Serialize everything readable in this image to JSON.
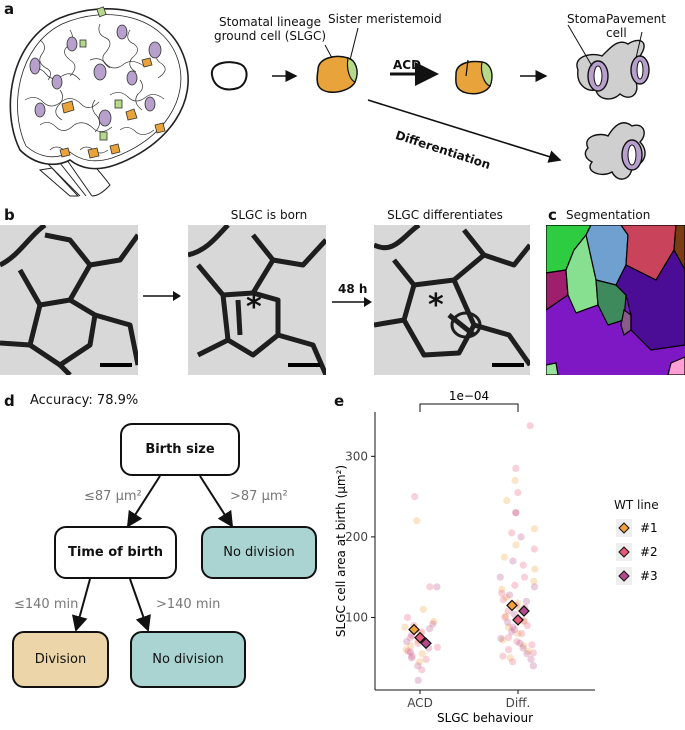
{
  "panel_a": {
    "label": "a",
    "slgc_label": "Stomatal lineage\nground cell (SLGC)",
    "sister_label": "Sister meristemoid",
    "acd_label": "ACD",
    "differentiation_label": "Differentiation",
    "stoma_label": "Stoma",
    "pavement_label": "Pavement cell",
    "colors": {
      "slgc": "#e8a33a",
      "meristemoid": "#b6d88b",
      "stoma": "#b7a0cc",
      "pavement": "#cfcfcf"
    }
  },
  "panel_b": {
    "label": "b",
    "title_born": "SLGC is born",
    "title_diff": "SLGC differentiates",
    "time_label": "48 h",
    "marker": "*"
  },
  "panel_c": {
    "label": "c",
    "title": "Segmentation",
    "colors": [
      "#2ecc40",
      "#6fa0d0",
      "#c9445a",
      "#7a3c13",
      "#9e1f6b",
      "#86e08f",
      "#3f8a5c",
      "#8a5b8a",
      "#7d18c4",
      "#4b0c96",
      "#ff9fd5",
      "#97e39a"
    ]
  },
  "panel_d": {
    "label": "d",
    "accuracy": "Accuracy: 78.9%",
    "root": "Birth size",
    "left_split": "≤87 μm²",
    "right_split": ">87 μm²",
    "node2": "Time of birth",
    "leaf_right": "No division",
    "left_split2": "≤140 min",
    "right_split2": ">140 min",
    "leaf_div": "Division",
    "leaf_nodiv": "No division",
    "colors": {
      "division": "#ecd5a8",
      "no_division": "#a9d4d1"
    }
  },
  "panel_e": {
    "label": "e",
    "pvalue": "1e−04",
    "legend_title": "WT line",
    "legend_items": [
      "#1",
      "#2",
      "#3"
    ]
  },
  "chart_data": {
    "type": "scatter",
    "xlabel": "SLGC behaviour",
    "ylabel": "SLGC cell area at birth (μm²)",
    "categories": [
      "ACD",
      "Diff."
    ],
    "yticks": [
      100,
      200,
      300
    ],
    "ylim": [
      10,
      355
    ],
    "series": [
      {
        "name": "#1",
        "color": "#f2a23a",
        "means": [
          {
            "x": "ACD",
            "y": 85
          },
          {
            "x": "Diff.",
            "y": 115
          }
        ],
        "points": [
          {
            "x": "ACD",
            "y": 45
          },
          {
            "x": "ACD",
            "y": 55
          },
          {
            "x": "ACD",
            "y": 60
          },
          {
            "x": "ACD",
            "y": 65
          },
          {
            "x": "ACD",
            "y": 72
          },
          {
            "x": "ACD",
            "y": 80
          },
          {
            "x": "ACD",
            "y": 88
          },
          {
            "x": "ACD",
            "y": 95
          },
          {
            "x": "ACD",
            "y": 110
          },
          {
            "x": "ACD",
            "y": 220
          },
          {
            "x": "Diff.",
            "y": 50
          },
          {
            "x": "Diff.",
            "y": 58
          },
          {
            "x": "Diff.",
            "y": 65
          },
          {
            "x": "Diff.",
            "y": 72
          },
          {
            "x": "Diff.",
            "y": 80
          },
          {
            "x": "Diff.",
            "y": 88
          },
          {
            "x": "Diff.",
            "y": 95
          },
          {
            "x": "Diff.",
            "y": 102
          },
          {
            "x": "Diff.",
            "y": 110
          },
          {
            "x": "Diff.",
            "y": 118
          },
          {
            "x": "Diff.",
            "y": 125
          },
          {
            "x": "Diff.",
            "y": 135
          },
          {
            "x": "Diff.",
            "y": 145
          },
          {
            "x": "Diff.",
            "y": 160
          },
          {
            "x": "Diff.",
            "y": 175
          },
          {
            "x": "Diff.",
            "y": 190
          },
          {
            "x": "Diff.",
            "y": 210
          },
          {
            "x": "Diff.",
            "y": 245
          },
          {
            "x": "Diff.",
            "y": 270
          }
        ]
      },
      {
        "name": "#2",
        "color": "#e8587a",
        "means": [
          {
            "x": "ACD",
            "y": 75
          },
          {
            "x": "Diff.",
            "y": 97
          }
        ],
        "points": [
          {
            "x": "ACD",
            "y": 35
          },
          {
            "x": "ACD",
            "y": 48
          },
          {
            "x": "ACD",
            "y": 52
          },
          {
            "x": "ACD",
            "y": 58
          },
          {
            "x": "ACD",
            "y": 63
          },
          {
            "x": "ACD",
            "y": 68
          },
          {
            "x": "ACD",
            "y": 75
          },
          {
            "x": "ACD",
            "y": 82
          },
          {
            "x": "ACD",
            "y": 90
          },
          {
            "x": "ACD",
            "y": 100
          },
          {
            "x": "ACD",
            "y": 138
          },
          {
            "x": "ACD",
            "y": 250
          },
          {
            "x": "Diff.",
            "y": 45
          },
          {
            "x": "Diff.",
            "y": 52
          },
          {
            "x": "Diff.",
            "y": 56
          },
          {
            "x": "Diff.",
            "y": 60
          },
          {
            "x": "Diff.",
            "y": 66
          },
          {
            "x": "Diff.",
            "y": 70
          },
          {
            "x": "Diff.",
            "y": 75
          },
          {
            "x": "Diff.",
            "y": 80
          },
          {
            "x": "Diff.",
            "y": 85
          },
          {
            "x": "Diff.",
            "y": 90
          },
          {
            "x": "Diff.",
            "y": 96
          },
          {
            "x": "Diff.",
            "y": 100
          },
          {
            "x": "Diff.",
            "y": 108
          },
          {
            "x": "Diff.",
            "y": 115
          },
          {
            "x": "Diff.",
            "y": 122
          },
          {
            "x": "Diff.",
            "y": 130
          },
          {
            "x": "Diff.",
            "y": 140
          },
          {
            "x": "Diff.",
            "y": 150
          },
          {
            "x": "Diff.",
            "y": 165
          },
          {
            "x": "Diff.",
            "y": 185
          },
          {
            "x": "Diff.",
            "y": 205
          },
          {
            "x": "Diff.",
            "y": 230
          },
          {
            "x": "Diff.",
            "y": 255
          },
          {
            "x": "Diff.",
            "y": 285
          },
          {
            "x": "Diff.",
            "y": 338
          }
        ]
      },
      {
        "name": "#3",
        "color": "#b24a8c",
        "means": [
          {
            "x": "ACD",
            "y": 68
          },
          {
            "x": "Diff.",
            "y": 108
          }
        ],
        "points": [
          {
            "x": "ACD",
            "y": 22
          },
          {
            "x": "ACD",
            "y": 40
          },
          {
            "x": "ACD",
            "y": 50
          },
          {
            "x": "ACD",
            "y": 57
          },
          {
            "x": "ACD",
            "y": 62
          },
          {
            "x": "ACD",
            "y": 70
          },
          {
            "x": "ACD",
            "y": 78
          },
          {
            "x": "ACD",
            "y": 86
          },
          {
            "x": "ACD",
            "y": 92
          },
          {
            "x": "ACD",
            "y": 138
          },
          {
            "x": "Diff.",
            "y": 40
          },
          {
            "x": "Diff.",
            "y": 48
          },
          {
            "x": "Diff.",
            "y": 55
          },
          {
            "x": "Diff.",
            "y": 62
          },
          {
            "x": "Diff.",
            "y": 68
          },
          {
            "x": "Diff.",
            "y": 74
          },
          {
            "x": "Diff.",
            "y": 82
          },
          {
            "x": "Diff.",
            "y": 88
          },
          {
            "x": "Diff.",
            "y": 94
          },
          {
            "x": "Diff.",
            "y": 104
          },
          {
            "x": "Diff.",
            "y": 112
          },
          {
            "x": "Diff.",
            "y": 120
          },
          {
            "x": "Diff.",
            "y": 128
          },
          {
            "x": "Diff.",
            "y": 138
          },
          {
            "x": "Diff.",
            "y": 150
          },
          {
            "x": "Diff.",
            "y": 170
          },
          {
            "x": "Diff.",
            "y": 200
          },
          {
            "x": "Diff.",
            "y": 230
          }
        ]
      }
    ]
  }
}
